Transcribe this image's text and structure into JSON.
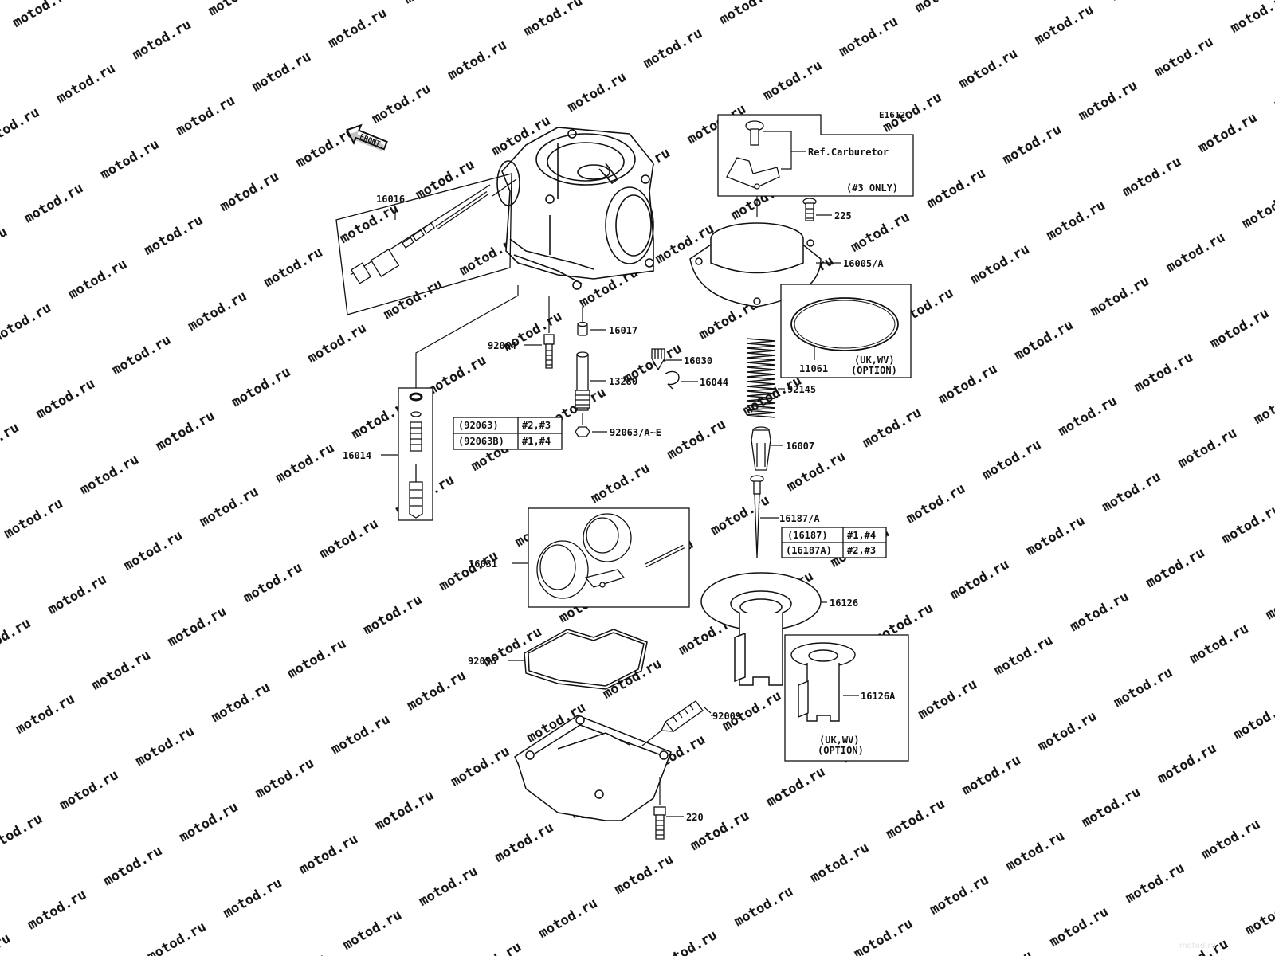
{
  "diagram_code": "E1612",
  "front_label": "FRONT",
  "watermark": "motod.ru",
  "callouts": {
    "p16016": "16016",
    "p16014": "16014",
    "p92064": "92064",
    "p16017": "16017",
    "p13280": "13280",
    "p16030": "16030",
    "p16044": "16044",
    "p92063": "92063/A~E",
    "p16031": "16031",
    "p92055": "92055",
    "p92009": "92009",
    "p220": "220",
    "p225": "225",
    "p16005": "16005/A",
    "p11061": "11061",
    "p92145": "92145",
    "p16007": "16007",
    "p16187": "16187/A",
    "p16126": "16126",
    "p16126a": "16126A"
  },
  "ref_box": {
    "label": "Ref.Carburetor",
    "note": "(#3 ONLY)"
  },
  "option_note_11061": {
    "line1": "(UK,WV)",
    "line2": "(OPTION)"
  },
  "option_note_16126a": {
    "line1": "(UK,WV)",
    "line2": "(OPTION)"
  },
  "table_92063": [
    {
      "part": "(92063)",
      "cyl": "#2,#3"
    },
    {
      "part": "(92063B)",
      "cyl": "#1,#4"
    }
  ],
  "table_16187": [
    {
      "part": "(16187)",
      "cyl": "#1,#4"
    },
    {
      "part": "(16187A)",
      "cyl": "#2,#3"
    }
  ]
}
